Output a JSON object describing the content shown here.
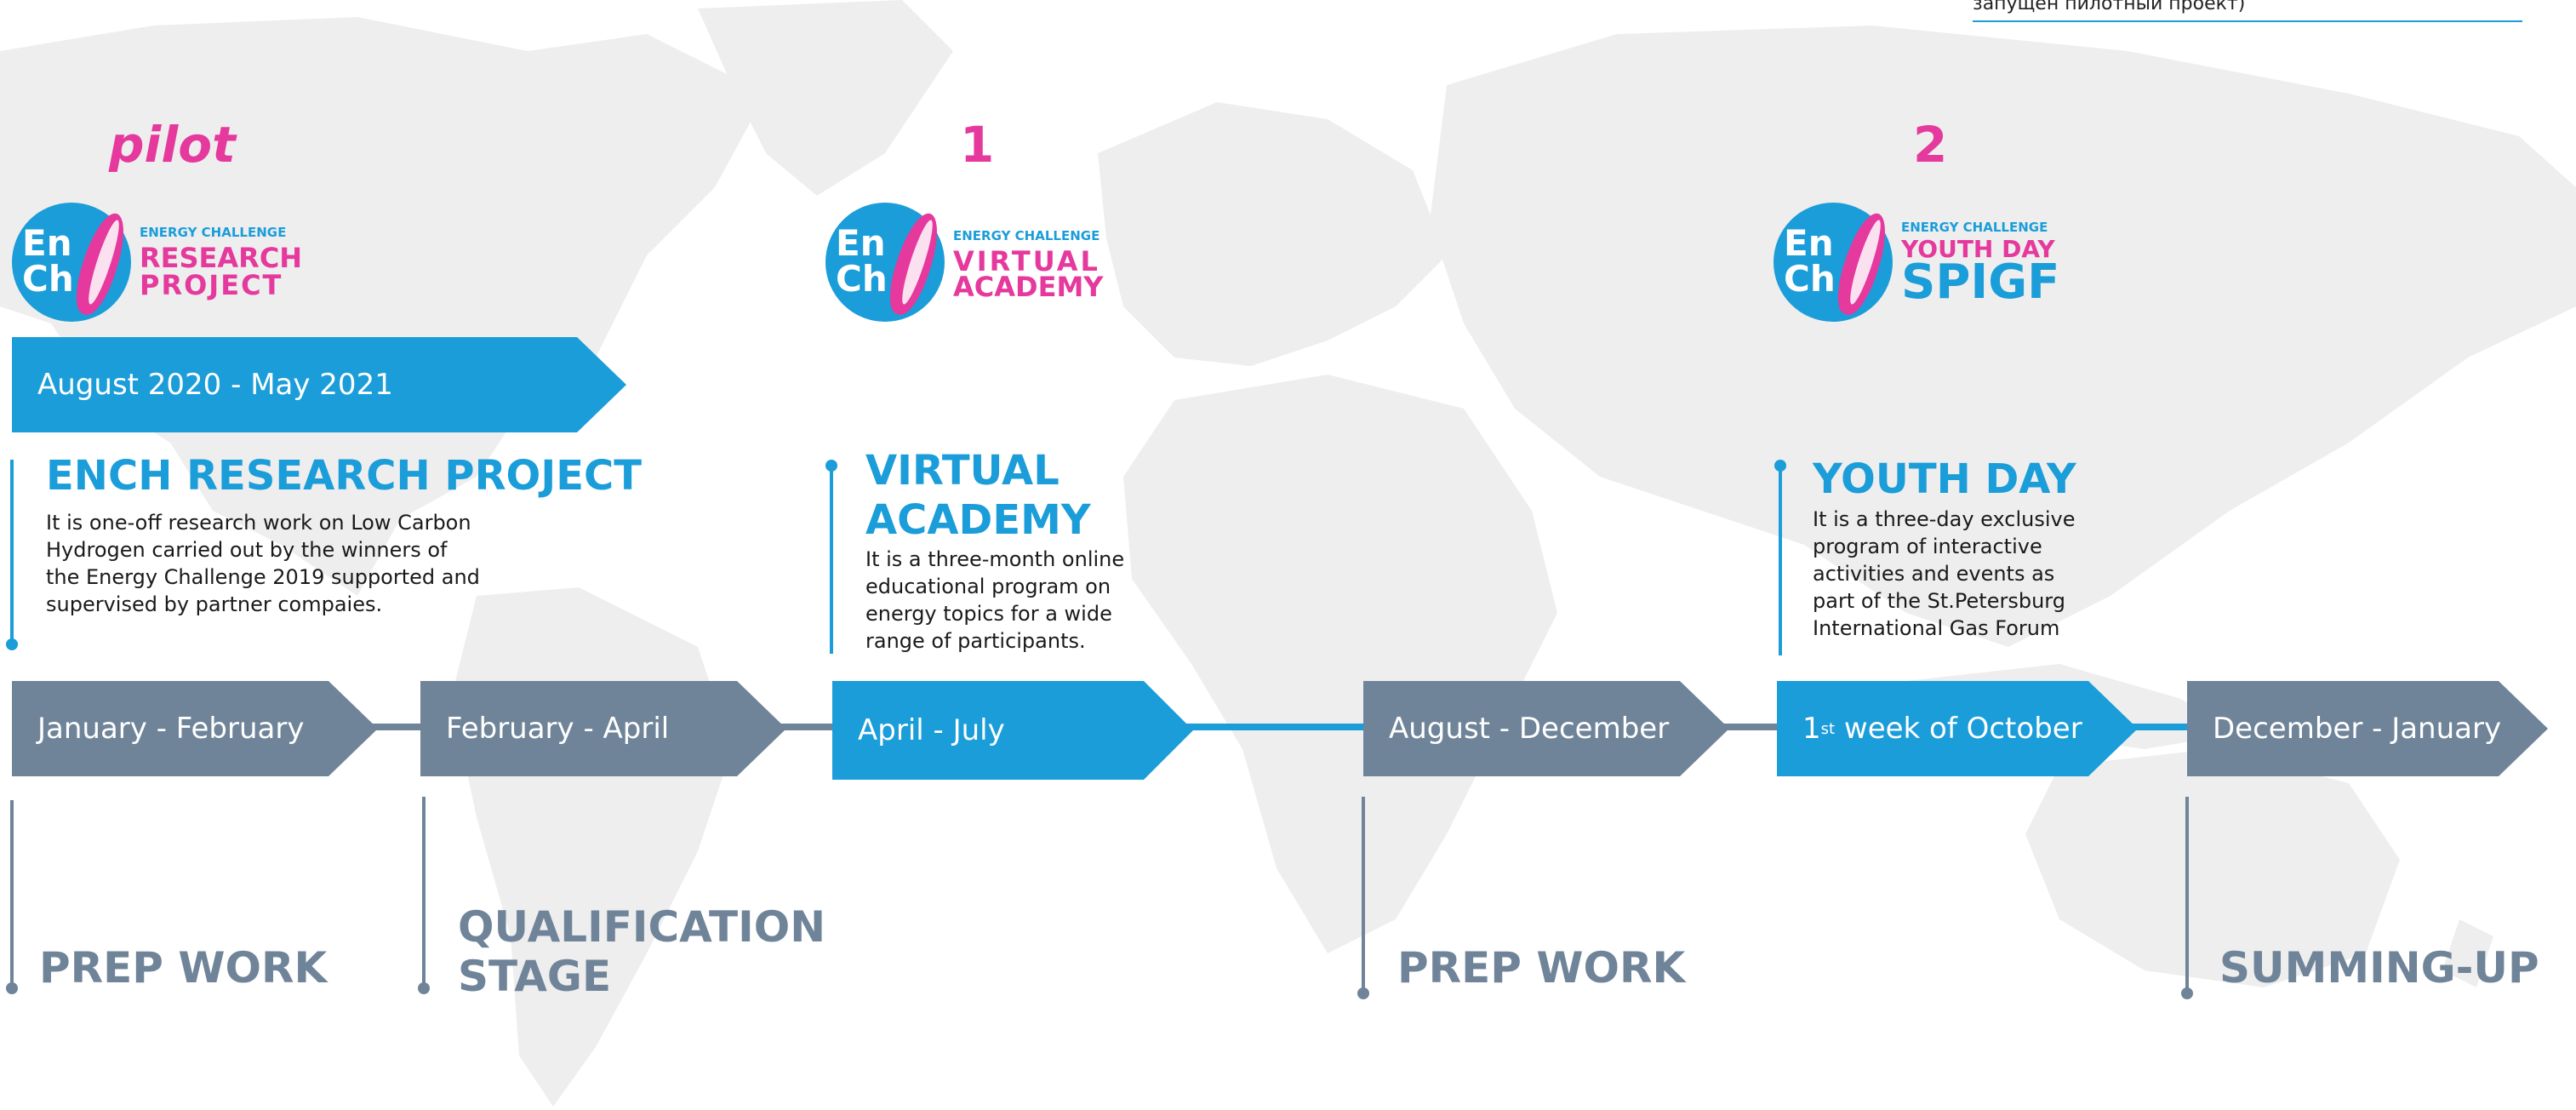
{
  "note": "запущен пилотный проект)",
  "colors": {
    "accent_blue": "#1b9dd9",
    "accent_pink": "#e5399d",
    "slate_gray": "#708499",
    "map_gray": "#ededed"
  },
  "stages": [
    {
      "number": "pilot",
      "logo": {
        "letters_top": "En",
        "letters_bottom": "Ch",
        "small": "ENERGY CHALLENGE",
        "line1": "RESEARCH",
        "line2": "PROJECT"
      }
    },
    {
      "number": "1",
      "logo": {
        "letters_top": "En",
        "letters_bottom": "Ch",
        "small": "ENERGY CHALLENGE",
        "line1": "VIRTUAL",
        "line2": "ACADEMY"
      }
    },
    {
      "number": "2",
      "logo": {
        "letters_top": "En",
        "letters_bottom": "Ch",
        "small": "ENERGY CHALLENGE",
        "line1": "YOUTH DAY",
        "line2": "SPIGF"
      }
    }
  ],
  "top_banner": "August 2020 - May 2021",
  "events": [
    {
      "title": "ENCH RESEARCH PROJECT",
      "desc": [
        "It is one-off research work on Low Carbon",
        "Hydrogen carried out by the winners of",
        "the Energy Challenge 2019 supported and",
        "supervised by partner compaies."
      ]
    },
    {
      "title_1": "VIRTUAL",
      "title_2": "ACADEMY",
      "desc": [
        "It is a three-month online",
        "educational program on",
        "energy topics for a wide",
        "range of participants."
      ]
    },
    {
      "title": "YOUTH DAY",
      "desc": [
        "It is a three-day exclusive",
        "program of interactive",
        "activities and events as",
        "part of the St.Petersburg",
        "International Gas Forum"
      ]
    }
  ],
  "timeline": [
    {
      "label": "January - February"
    },
    {
      "label": "February - April"
    },
    {
      "label": "April - July"
    },
    {
      "label": "August - December"
    },
    {
      "label_num": "1",
      "label_sup": "st",
      "label_rest": " week of October"
    },
    {
      "label": "December - January"
    }
  ],
  "phases": [
    {
      "line1": "PREP WORK"
    },
    {
      "line1": "QUALIFICATION",
      "line2": "STAGE"
    },
    {
      "line1": "PREP WORK"
    },
    {
      "line1": "SUMMING-UP"
    }
  ]
}
